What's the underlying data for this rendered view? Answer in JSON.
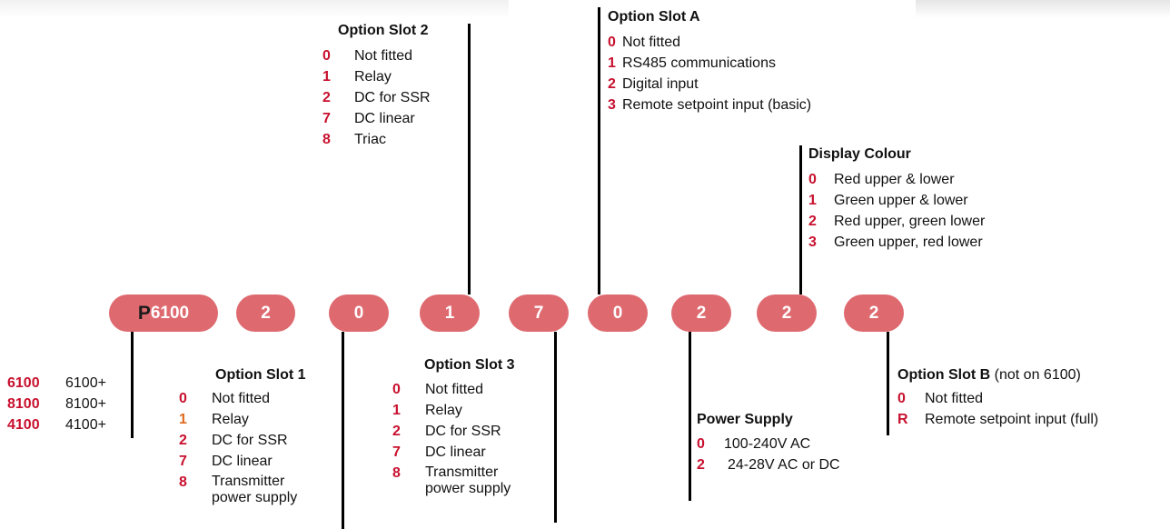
{
  "code": {
    "prefix_letter": "P",
    "prefix_model": "6100",
    "digits": [
      "2",
      "0",
      "1",
      "7",
      "0",
      "2",
      "2",
      "2"
    ]
  },
  "groups": {
    "model": {
      "title": "",
      "options": [
        {
          "code": "6100",
          "label": "6100+"
        },
        {
          "code": "8100",
          "label": "8100+"
        },
        {
          "code": "4100",
          "label": "4100+"
        }
      ]
    },
    "slot1": {
      "title": "Option Slot 1",
      "options": [
        {
          "code": "0",
          "label": "Not fitted"
        },
        {
          "code": "1",
          "label": "Relay"
        },
        {
          "code": "2",
          "label": "DC for SSR"
        },
        {
          "code": "7",
          "label": "DC linear"
        },
        {
          "code": "8",
          "label": "Transmitter power supply"
        }
      ]
    },
    "slot2": {
      "title": "Option Slot 2",
      "options": [
        {
          "code": "0",
          "label": "Not fitted"
        },
        {
          "code": "1",
          "label": "Relay"
        },
        {
          "code": "2",
          "label": "DC for SSR"
        },
        {
          "code": "7",
          "label": "DC linear"
        },
        {
          "code": "8",
          "label": "Triac"
        }
      ]
    },
    "slot3": {
      "title": "Option Slot 3",
      "options": [
        {
          "code": "0",
          "label": "Not fitted"
        },
        {
          "code": "1",
          "label": "Relay"
        },
        {
          "code": "2",
          "label": "DC for SSR"
        },
        {
          "code": "7",
          "label": "DC linear"
        },
        {
          "code": "8",
          "label": "Transmitter power supply"
        }
      ]
    },
    "slotA": {
      "title": "Option Slot A",
      "options": [
        {
          "code": "0",
          "label": "Not fitted"
        },
        {
          "code": "1",
          "label": "RS485 communications"
        },
        {
          "code": "2",
          "label": "Digital input"
        },
        {
          "code": "3",
          "label": "Remote setpoint input (basic)"
        }
      ]
    },
    "power": {
      "title": "Power Supply",
      "options": [
        {
          "code": "0",
          "label": "100-240V AC"
        },
        {
          "code": "2",
          "label": "24-28V AC or DC"
        }
      ]
    },
    "display": {
      "title": "Display Colour",
      "options": [
        {
          "code": "0",
          "label": "Red upper & lower"
        },
        {
          "code": "1",
          "label": "Green upper & lower"
        },
        {
          "code": "2",
          "label": "Red upper, green lower"
        },
        {
          "code": "3",
          "label": "Green upper, red lower"
        }
      ]
    },
    "slotB": {
      "title": "Option Slot B",
      "title_note": "(not on 6100)",
      "options": [
        {
          "code": "0",
          "label": "Not fitted"
        },
        {
          "code": "R",
          "label": "Remote setpoint input (full)"
        }
      ]
    }
  },
  "colors": {
    "pill_fill": "#de6a70",
    "code_text": "#c8102e",
    "code_text_alt": "#e06a1f",
    "line": "#000000"
  }
}
